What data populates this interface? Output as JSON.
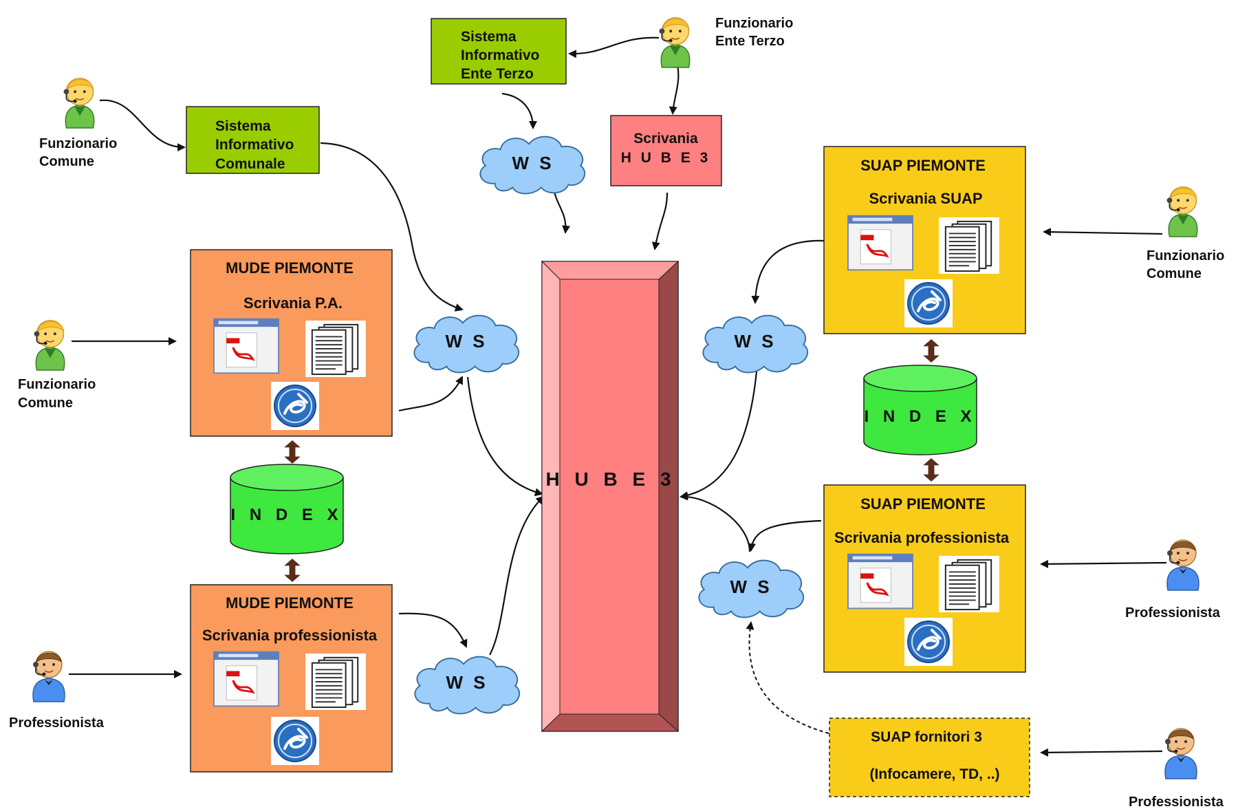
{
  "hub": {
    "label": "H U B E 3"
  },
  "systems": {
    "ente_terzo": {
      "lines": [
        "Sistema",
        "Informativo",
        "Ente Terzo"
      ]
    },
    "comunale": {
      "lines": [
        "Sistema",
        "Informativo",
        "Comunale"
      ]
    },
    "scrivania_hub": {
      "lines": [
        "Scrivania",
        "H U B E 3"
      ]
    }
  },
  "panels": {
    "mude_pa": {
      "title": "MUDE PIEMONTE",
      "subtitle": "Scrivania P.A."
    },
    "mude_prof": {
      "title": "MUDE PIEMONTE",
      "subtitle": "Scrivania professionista"
    },
    "suap_scrivania": {
      "title": "SUAP PIEMONTE",
      "subtitle": "Scrivania SUAP"
    },
    "suap_prof": {
      "title": "SUAP PIEMONTE",
      "subtitle": "Scrivania professionista"
    }
  },
  "fornitori": {
    "line1": "SUAP fornitori 3",
    "line2": "(Infocamere, TD, ..)"
  },
  "ws_label": "W S",
  "index_label": "I N D E X",
  "actors": {
    "funz_ente_terzo": [
      "Funzionario",
      "Ente Terzo"
    ],
    "funz_comune_top": [
      "Funzionario",
      "Comune"
    ],
    "funz_comune_mid": [
      "Funzionario",
      "Comune"
    ],
    "funz_comune_right": [
      "Funzionario",
      "Comune"
    ],
    "prof_left": [
      "Professionista"
    ],
    "prof_right": [
      "Professionista"
    ],
    "prof_bottom_right": [
      "Professionista"
    ]
  },
  "colors": {
    "green_box": "#9acd00",
    "hub_fill": "#ff8080",
    "hub_dark": "#9b4848",
    "mude_panel": "#fa9a5c",
    "suap_panel": "#f9cc1a",
    "cloud": "#9dcdfb",
    "db": "#3ee83e",
    "arrow_brown": "#5a2d1a"
  },
  "icons": [
    "funzionario-headset-icon",
    "professionista-headset-icon",
    "pdf-document-icon",
    "text-documents-icon",
    "signature-seal-icon"
  ]
}
